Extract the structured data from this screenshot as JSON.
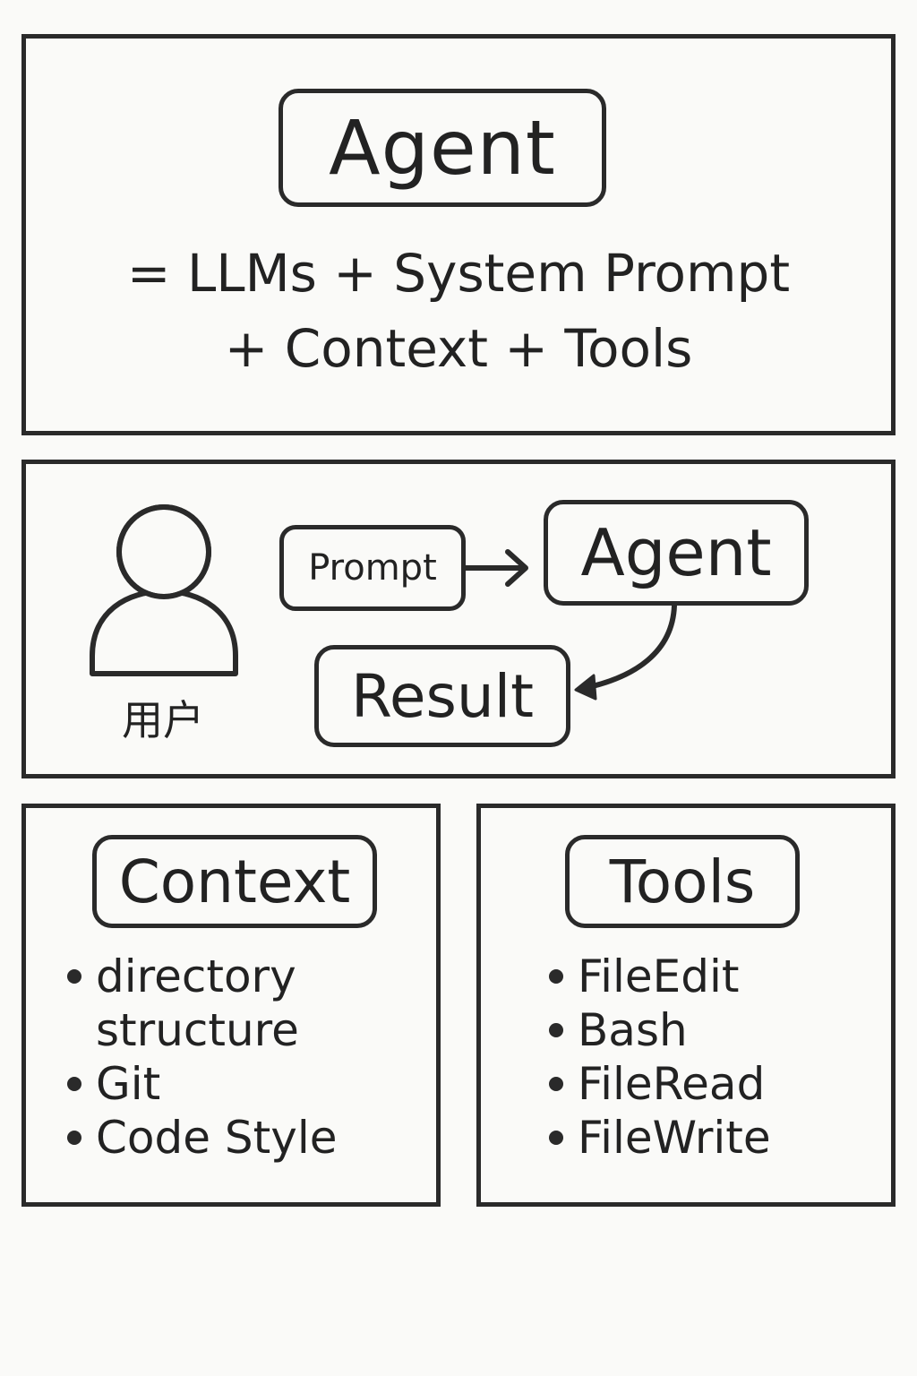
{
  "top_panel": {
    "title": "Agent",
    "formula_line_1": "= LLMs + System Prompt",
    "formula_line_2": "+ Context + Tools"
  },
  "flow_panel": {
    "user_label": "用户",
    "prompt_label": "Prompt",
    "agent_label": "Agent",
    "result_label": "Result",
    "icons": [
      "user-icon",
      "arrow-right-icon",
      "curved-arrow-icon"
    ]
  },
  "context_panel": {
    "title": "Context",
    "items": [
      "directory structure",
      "Git",
      "Code Style"
    ]
  },
  "tools_panel": {
    "title": "Tools",
    "items": [
      "FileEdit",
      "Bash",
      "FileRead",
      "FileWrite"
    ]
  },
  "colors": {
    "stroke": "#2a2a2a",
    "background": "#fafaf8",
    "text": "#222222"
  }
}
